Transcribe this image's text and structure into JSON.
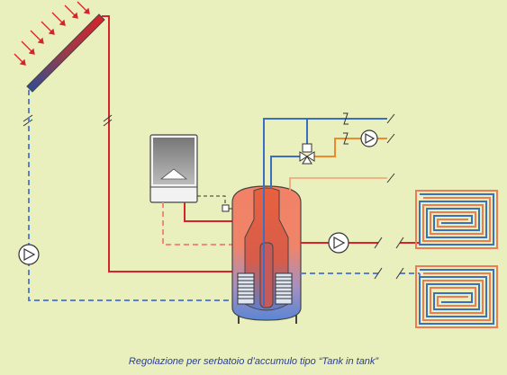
{
  "caption": "Regolazione per serbatoio d’accumulo tipo “Tank in tank”",
  "colors": {
    "background": "#e9efbd",
    "hot_pipe": "#d8232a",
    "cold_pipe": "#3b6fc4",
    "warm_pipe": "#ef8a2a",
    "dashed_hot": "#f08a7a",
    "dashed_cold": "#5a80d0"
  },
  "components": {
    "solar_collector": "solar-collector",
    "boiler": "wall-boiler",
    "tank": "tank-in-tank-storage",
    "mixing_valve": "thermostatic-mixing-valve",
    "pumps": [
      "solar-pump",
      "heating-pump",
      "recirculation-pump"
    ],
    "floor_heating_loops": 2
  }
}
